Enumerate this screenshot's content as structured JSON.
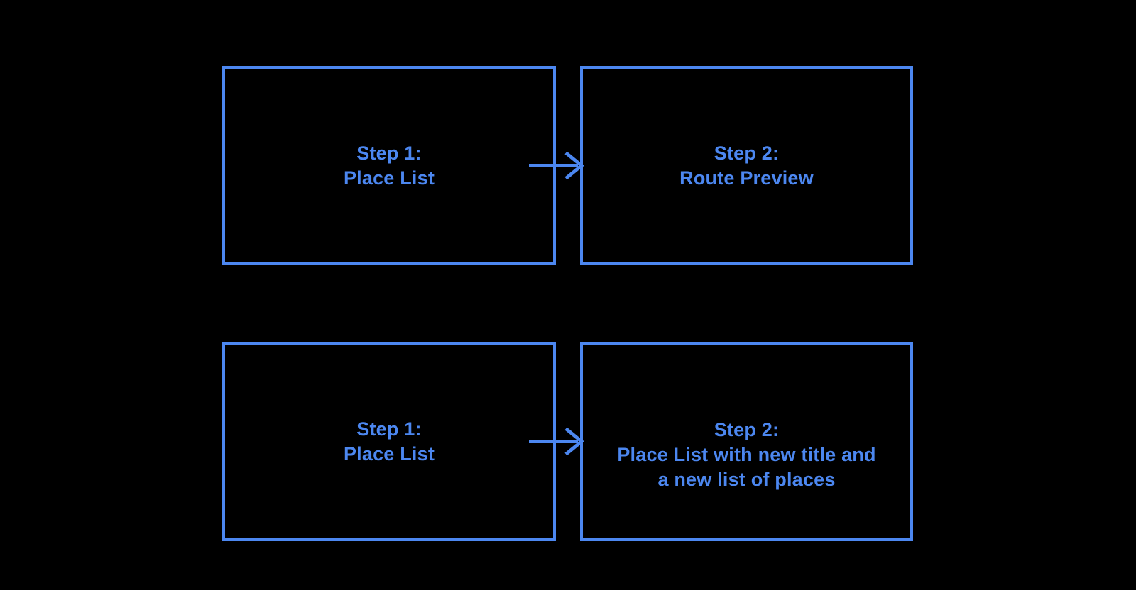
{
  "colors": {
    "background": "#000000",
    "accent": "#4C87F0"
  },
  "diagram": {
    "boxes": [
      {
        "id": "flow1-step1",
        "lines": [
          "Step 1:",
          "Place List"
        ]
      },
      {
        "id": "flow1-step2",
        "lines": [
          "Step 2:",
          "Route Preview"
        ]
      },
      {
        "id": "flow2-step1",
        "lines": [
          "Step 1:",
          "Place List"
        ]
      },
      {
        "id": "flow2-step2",
        "lines": [
          "Step 2:",
          "Place List with new title and",
          "a new list of places"
        ]
      }
    ],
    "arrows": [
      {
        "id": "flow1-arrow",
        "from": "flow1-step1",
        "to": "flow1-step2"
      },
      {
        "id": "flow2-arrow",
        "from": "flow2-step1",
        "to": "flow2-step2"
      }
    ]
  }
}
